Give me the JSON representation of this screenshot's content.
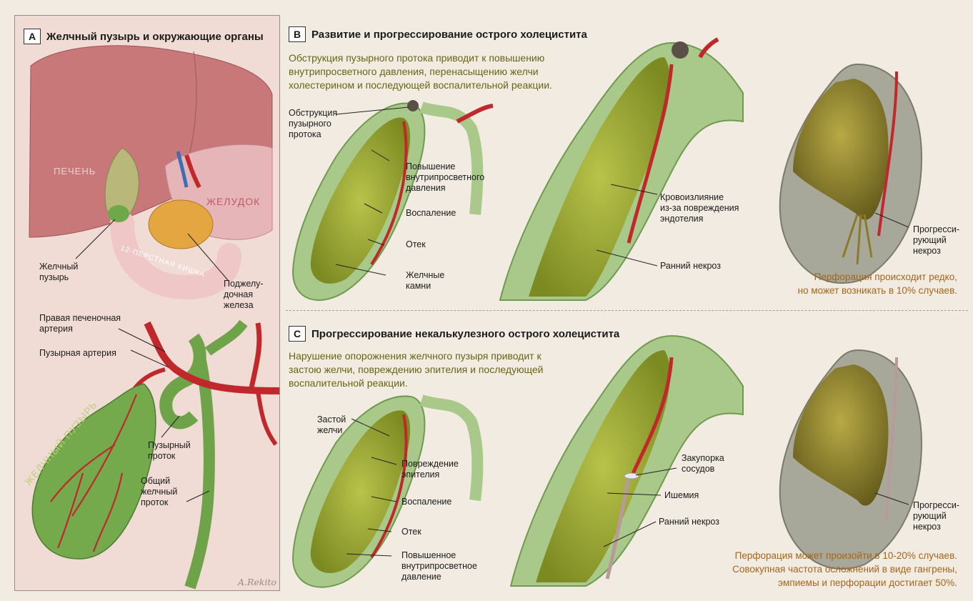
{
  "panel_a": {
    "letter": "A",
    "title": "Желчный пузырь и окружающие органы",
    "organs": {
      "liver": "ПЕЧЕНЬ",
      "stomach": "ЖЕЛУДОК",
      "duodenum": "12-ПЕРСТНАЯ КИШКА",
      "gallbladder_large": "ЖЕЛЧНЫЙ ПУЗЫРЬ"
    },
    "labels": {
      "gallbladder": "Желчный\nпузырь",
      "pancreas": "Поджелу-\nдочная\nжелеза",
      "right_hepatic_artery": "Правая печеночная\nартерия",
      "cystic_artery": "Пузырная артерия",
      "cystic_duct": "Пузырный\nпроток",
      "common_bile_duct": "Общий\nжелчный\nпроток"
    },
    "signature": "A.Rekito"
  },
  "panel_b": {
    "letter": "B",
    "title": "Развитие и прогрессирование острого холецистита",
    "description": "Обструкция пузырного протока приводит к повышению\nвнутрипросветного давления, перенасыщению желчи\nхолестерином и последующей воспалительной реакции.",
    "labels": {
      "obstruction": "Обструкция\nпузырного\nпротока",
      "pressure": "Повышение\nвнутрипросветного\nдавления",
      "inflammation": "Воспаление",
      "edema": "Отек",
      "gallstones": "Желчные\nкамни",
      "hemorrhage": "Кровоизлияние\nиз-за повреждения\nэндотелия",
      "early_necrosis": "Ранний некроз",
      "progressive_necrosis": "Прогресси-\nрующий\nнекроз"
    },
    "note": "Перфорация происходит редко,\nно может возникать в 10% случаев."
  },
  "panel_c": {
    "letter": "C",
    "title": "Прогрессирование некалькулезного острого холецистита",
    "description": "Нарушение опорожнения желчного пузыря приводит к\nзастою желчи, повреждению эпителия и последующей\nвоспалительной реакции.",
    "labels": {
      "stasis": "Застой\nжелчи",
      "epithelial_damage": "Повреждение\nэпителия",
      "inflammation": "Воспаление",
      "edema": "Отек",
      "pressure": "Повышенное\nвнутрипросветное\nдавление",
      "vessel_occlusion": "Закупорка\nсосудов",
      "ischemia": "Ишемия",
      "early_necrosis": "Ранний некроз",
      "progressive_necrosis": "Прогресси-\nрующий\nнекроз"
    },
    "note": "Перфорация может произойти в 10-20% случаев.\nСовокупная частота осложнений в виде гангрены,\nэмпиемы и перфорации достигает 50%."
  },
  "colors": {
    "bile_green": "#9bb23a",
    "wall_green": "#a9c98a",
    "artery_red": "#c0282b",
    "liver": "#c9787a",
    "stomach": "#e6b5b8",
    "pancreas": "#e3a640",
    "note_orange": "#a5651a",
    "desc_olive": "#6a6415"
  }
}
